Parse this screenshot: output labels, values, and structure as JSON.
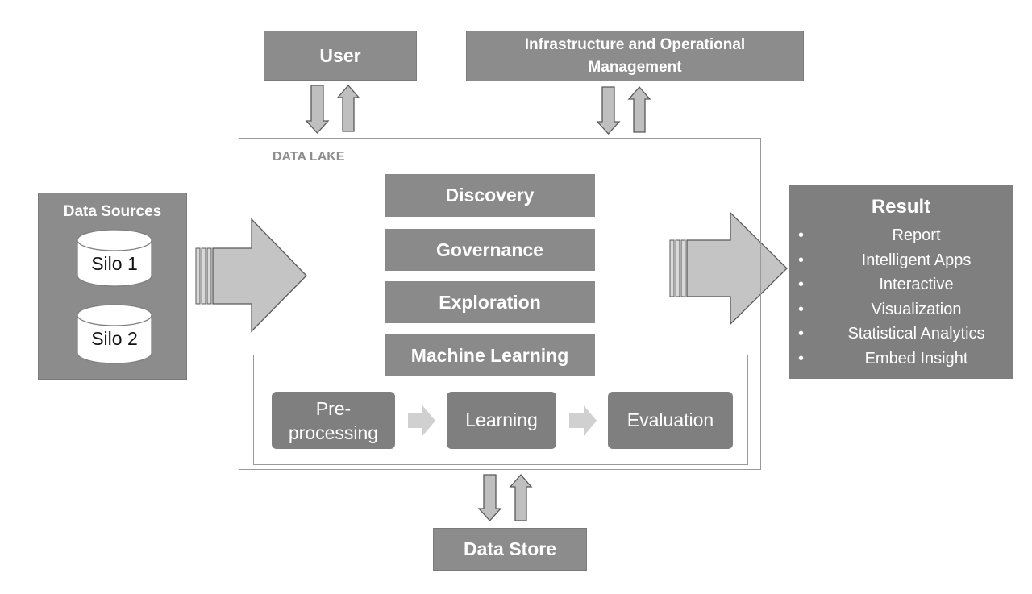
{
  "top": {
    "user": "User",
    "infrastructure_line1": "Infrastructure and Operational",
    "infrastructure_line2": "Management"
  },
  "data_lake": {
    "title": "DATA LAKE",
    "stages": [
      "Discovery",
      "Governance",
      "Exploration",
      "Machine Learning"
    ],
    "ml_pipeline": {
      "preprocessing_line1": "Pre-",
      "preprocessing_line2": "processing",
      "learning": "Learning",
      "evaluation": "Evaluation"
    }
  },
  "data_sources": {
    "title": "Data Sources",
    "silos": [
      "Silo 1",
      "Silo 2"
    ]
  },
  "result": {
    "title": "Result",
    "items": [
      "Report",
      "Intelligent Apps",
      "Interactive",
      "Visualization",
      "Statistical Analytics",
      "Embed Insight"
    ]
  },
  "data_store": "Data Store",
  "colors": {
    "box_fill": "#8c8c8c",
    "arrow_fill": "#bfbfbf",
    "light_arrow": "#cfcfcf",
    "result_fill": "#7f7f7f"
  }
}
